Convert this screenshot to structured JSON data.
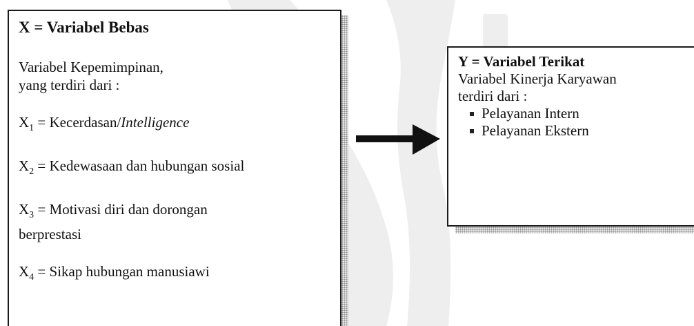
{
  "left_box": {
    "title": "X = Variabel Bebas",
    "intro_line1": "Variabel Kepemimpinan,",
    "intro_line2": "yang terdiri dari :",
    "items": [
      {
        "prefix": "X",
        "sub": "1",
        "text": " = Kecerdasan/",
        "italic": "Intelligence",
        "text2": ""
      },
      {
        "prefix": "X",
        "sub": "2",
        "text": " = Kedewasaan dan hubungan sosial",
        "italic": "",
        "text2": ""
      },
      {
        "prefix": "X",
        "sub": "3",
        "text": " = Motivasi diri dan dorongan",
        "italic": "",
        "text2": "berprestasi"
      },
      {
        "prefix": "X",
        "sub": "4",
        "text": " = Sikap hubungan manusiawi",
        "italic": "",
        "text2": ""
      }
    ]
  },
  "right_box": {
    "title": "Y = Variabel Terikat",
    "line1": "Variabel Kinerja Karyawan",
    "line2": "terdiri dari :",
    "bullets": [
      "Pelayanan Intern",
      "Pelayanan Ekstern"
    ]
  },
  "colors": {
    "border": "#1a1a1a",
    "watermark": "#e4e4e4",
    "shadow": "#8a8a8a"
  }
}
